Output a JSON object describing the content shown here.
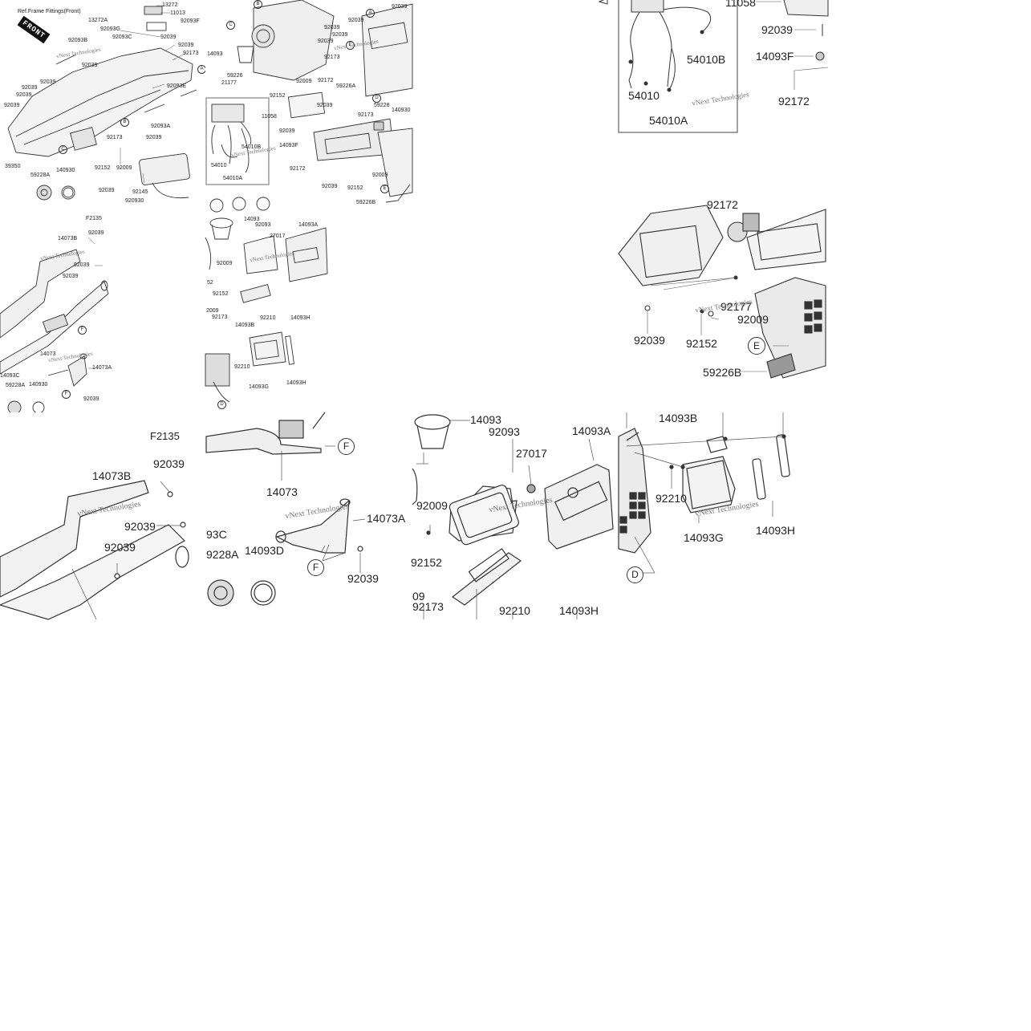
{
  "watermark": "vNext Technologies",
  "callouts": [
    "A",
    "B",
    "C",
    "D",
    "E",
    "F"
  ],
  "overview": {
    "ref_note": "Ref.Frame Fittings(Front)",
    "front_badge": "FRONT",
    "left_labels": [
      "13272",
      "11013",
      "13272A",
      "92093G",
      "92093F",
      "92093C",
      "92039",
      "92093B",
      "92039",
      "92173",
      "92039",
      "92093E",
      "92039",
      "92039",
      "92039",
      "92039",
      "92093A",
      "92039",
      "92173",
      "92152",
      "92009",
      "39350",
      "59228A",
      "140930",
      "92145",
      "920930",
      "92039"
    ],
    "mid_labels": [
      "92039",
      "92039",
      "92039",
      "92039",
      "14093",
      "59226",
      "92009",
      "92172",
      "92152",
      "21177",
      "92039",
      "11058",
      "92039",
      "14093F",
      "92172",
      "54010",
      "54010B",
      "54010A",
      "92039",
      "92039",
      "92173",
      "59226A",
      "59228",
      "92173",
      "140930",
      "92009",
      "92039",
      "92152",
      "59226B"
    ]
  },
  "inset_top": {
    "labels": [
      "11058",
      "92039",
      "54010B",
      "14093F",
      "54010",
      "92172",
      "54010A"
    ]
  },
  "duct_small": {
    "ref": "F2135",
    "labels": [
      "14073B",
      "92039",
      "92039",
      "92039",
      "14073",
      "14073A",
      "14093C",
      "59228A",
      "140930",
      "92039"
    ]
  },
  "console_small": {
    "labels": [
      "14093",
      "92093",
      "27017",
      "14093A",
      "92009",
      "52",
      "92152",
      "2009",
      "92173",
      "14093B",
      "92210",
      "14093H",
      "92210",
      "14093G",
      "14093H"
    ]
  },
  "meter_zoom": {
    "labels": [
      "92172",
      "92177",
      "92039",
      "92009",
      "92152",
      "59226B"
    ]
  },
  "duct_zoom": {
    "ref": "F2135",
    "labels": [
      "14073B",
      "92039",
      "92039",
      "92039",
      "14073",
      "14073A",
      "92039",
      "93C",
      "9228A",
      "14093D"
    ]
  },
  "console_zoom": {
    "labels": [
      "14093",
      "92093",
      "27017",
      "14093A",
      "92009",
      "92152",
      "09",
      "92173",
      "92210",
      "14093H"
    ]
  },
  "panel_zoom": {
    "labels": [
      "14093B",
      "92210",
      "14093G",
      "14093H"
    ]
  }
}
